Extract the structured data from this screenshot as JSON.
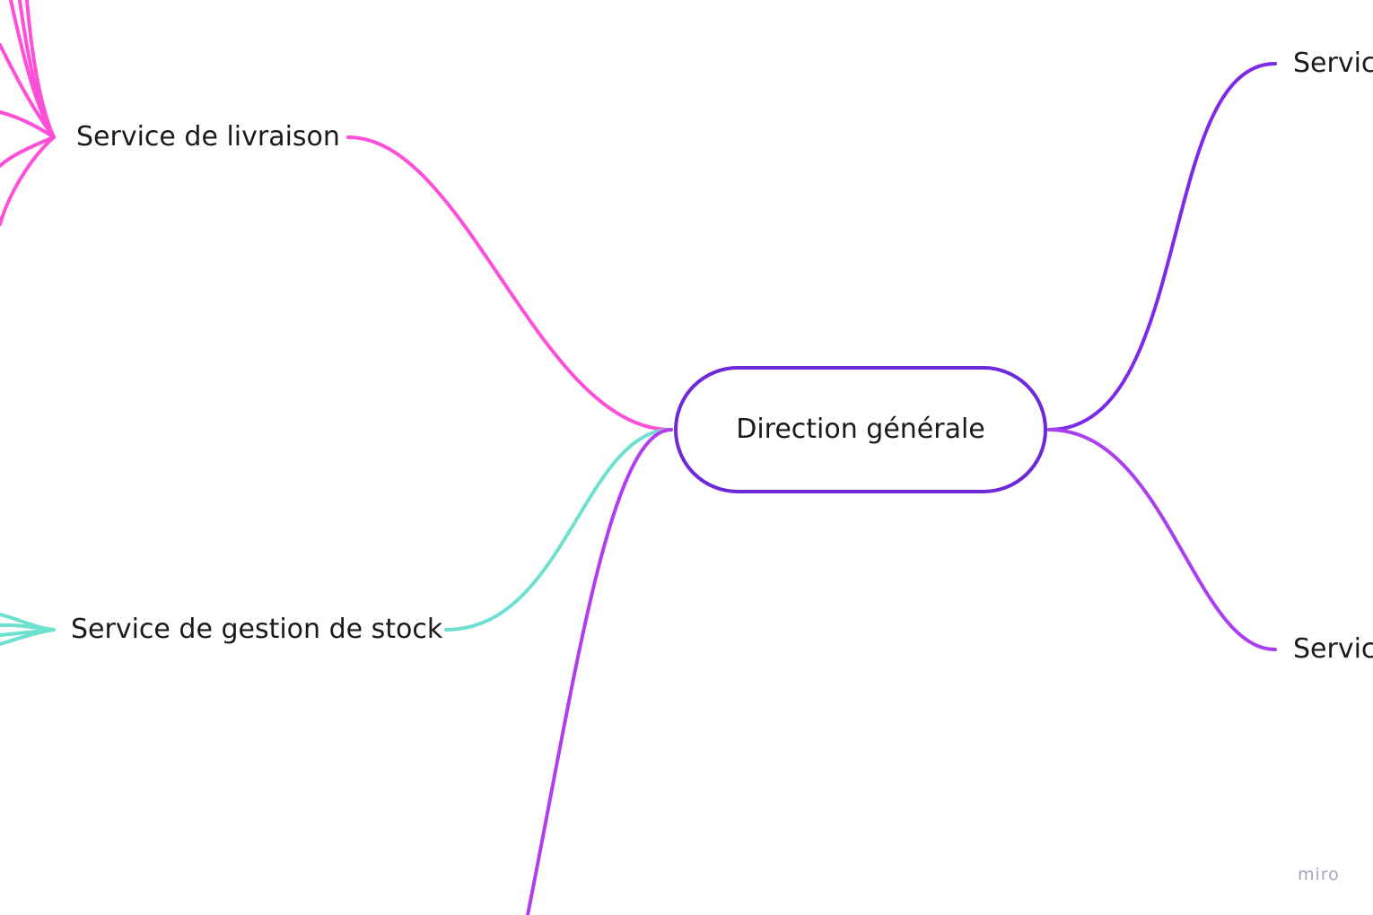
{
  "mindmap": {
    "root": {
      "label": "Direction générale"
    },
    "branches": [
      {
        "label": "Service de livraison",
        "color": "#ff4fd8"
      },
      {
        "label": "Service de gestion de stock",
        "color": "#6ee0cf"
      },
      {
        "label": "Servic",
        "color": "#7c2ae8"
      },
      {
        "label": "Servic",
        "color": "#a93ff0"
      }
    ],
    "offscreen_branch": {
      "color": "#b13cf0"
    },
    "root_border_color": "#6d28d9"
  },
  "watermark": {
    "text": "miro"
  }
}
